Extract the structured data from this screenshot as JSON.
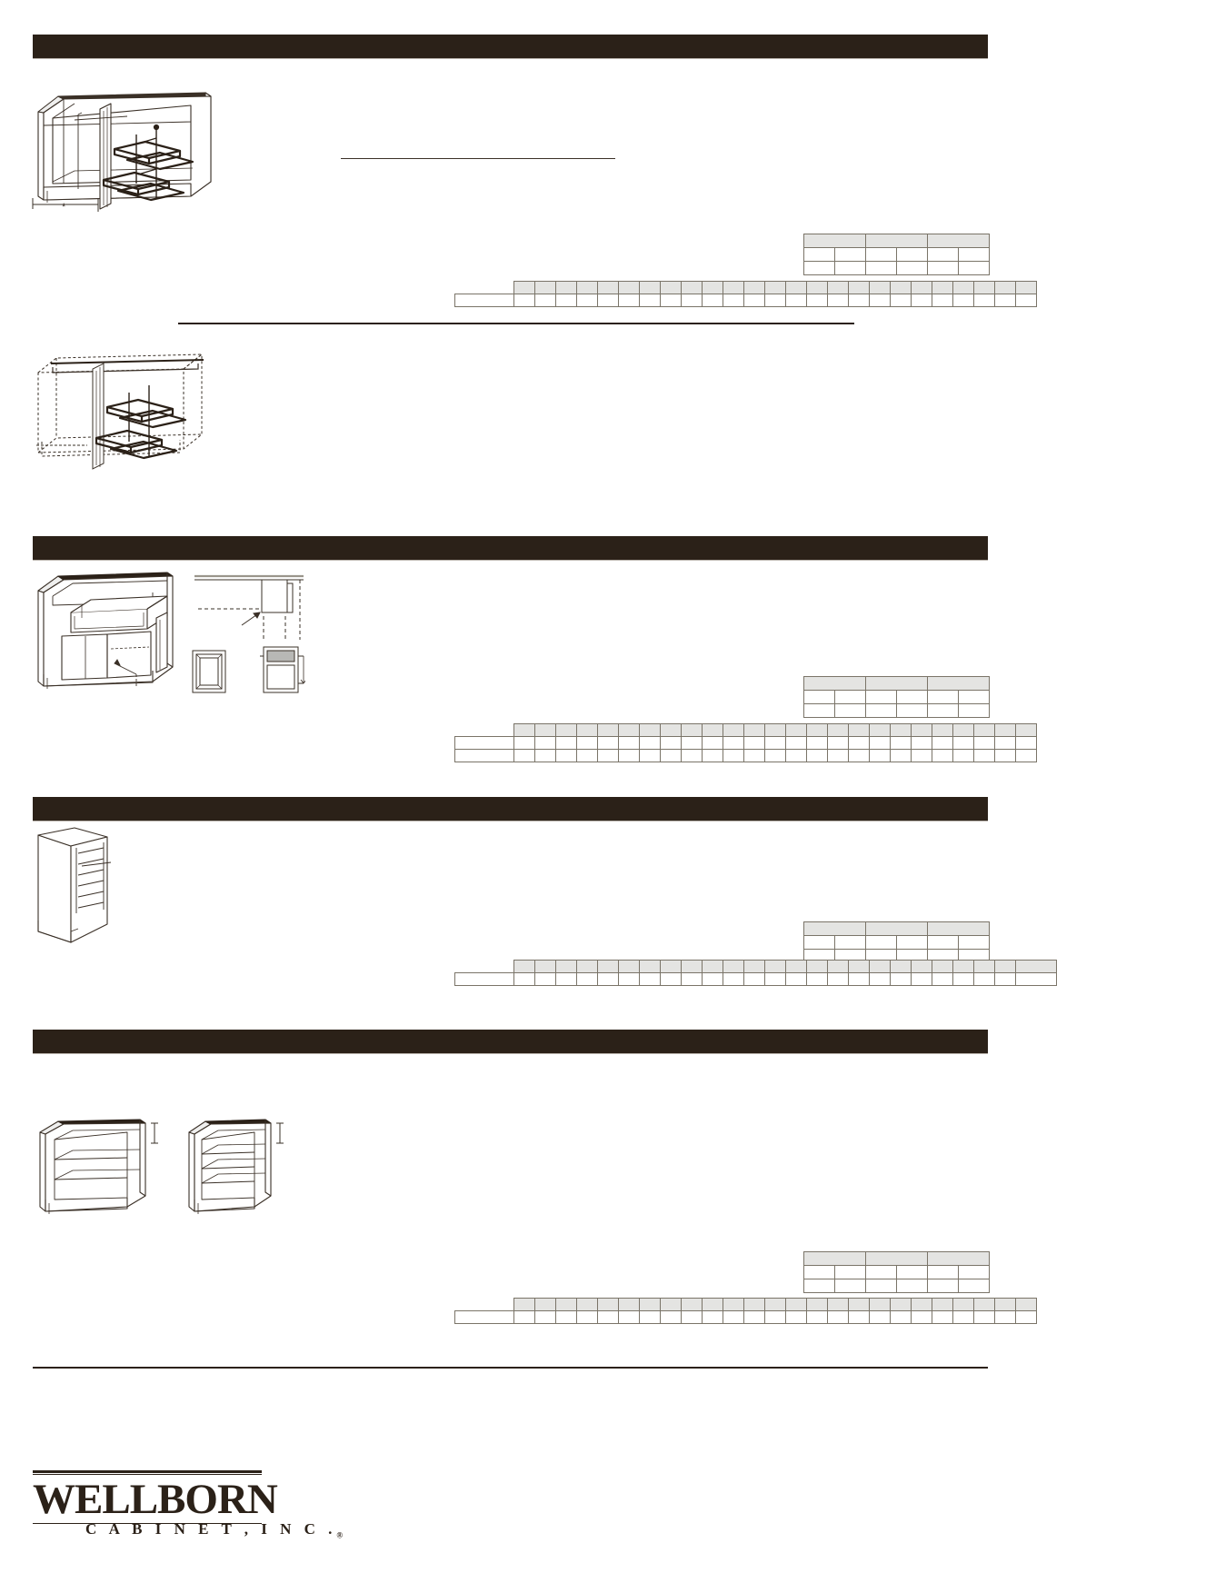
{
  "document": {
    "brand": "WELLBORN",
    "brand_sub": "C A B I N E T ,  I N C .",
    "brand_reg": "®",
    "accent_color": "#2b2118",
    "table_header_color": "#e4e4e2",
    "rule_color": "#7a7468",
    "page_background": "#ffffff"
  },
  "sections": [
    {
      "id": "section-1",
      "header_label": "",
      "illustrations": [
        {
          "name": "base-cabinet-pullout-trays",
          "caption": ""
        },
        {
          "name": "base-cabinet-dashed-outline-pullout-trays",
          "caption": ""
        }
      ],
      "dimension_marker": "*",
      "price_table": {
        "headers": [
          "",
          "",
          ""
        ],
        "rows": [
          [
            "",
            "",
            "",
            "",
            "",
            ""
          ],
          [
            "",
            "",
            "",
            "",
            "",
            ""
          ]
        ]
      },
      "spec_table": {
        "headers": [],
        "rows": []
      }
    },
    {
      "id": "section-2",
      "header_label": "",
      "illustrations": [
        {
          "name": "base-cabinet-with-drawer",
          "caption": ""
        },
        {
          "name": "corner-plan-detail",
          "caption": ""
        },
        {
          "name": "door-front-detail",
          "caption": ""
        },
        {
          "name": "drawer-front-detail",
          "caption": ""
        }
      ],
      "price_table": {
        "headers": [
          "",
          "",
          ""
        ],
        "rows": [
          [
            "",
            "",
            "",
            "",
            "",
            ""
          ],
          [
            "",
            "",
            "",
            "",
            "",
            ""
          ]
        ]
      },
      "spec_table": {
        "headers": [],
        "rows": []
      }
    },
    {
      "id": "section-3",
      "header_label": "",
      "illustrations": [
        {
          "name": "narrow-tray-base-cabinet",
          "caption": ""
        }
      ],
      "price_table": {
        "headers": [
          "",
          "",
          ""
        ],
        "rows": [
          [
            "",
            "",
            "",
            "",
            "",
            ""
          ],
          [
            "",
            "",
            "",
            "",
            "",
            ""
          ]
        ]
      },
      "spec_table": {
        "headers": [],
        "rows": []
      }
    },
    {
      "id": "section-4",
      "header_label": "",
      "illustrations": [
        {
          "name": "open-base-cabinet-two-shelves",
          "caption": ""
        },
        {
          "name": "open-base-cabinet-three-shelves",
          "caption": ""
        }
      ],
      "price_table": {
        "headers": [
          "",
          "",
          ""
        ],
        "rows": [
          [
            "",
            "",
            "",
            "",
            "",
            ""
          ],
          [
            "",
            "",
            "",
            "",
            "",
            ""
          ]
        ]
      },
      "spec_table": {
        "headers": [],
        "rows": []
      }
    }
  ],
  "notes": {
    "note_rule_1": "",
    "note_rule_2": "",
    "footer_rule": ""
  }
}
